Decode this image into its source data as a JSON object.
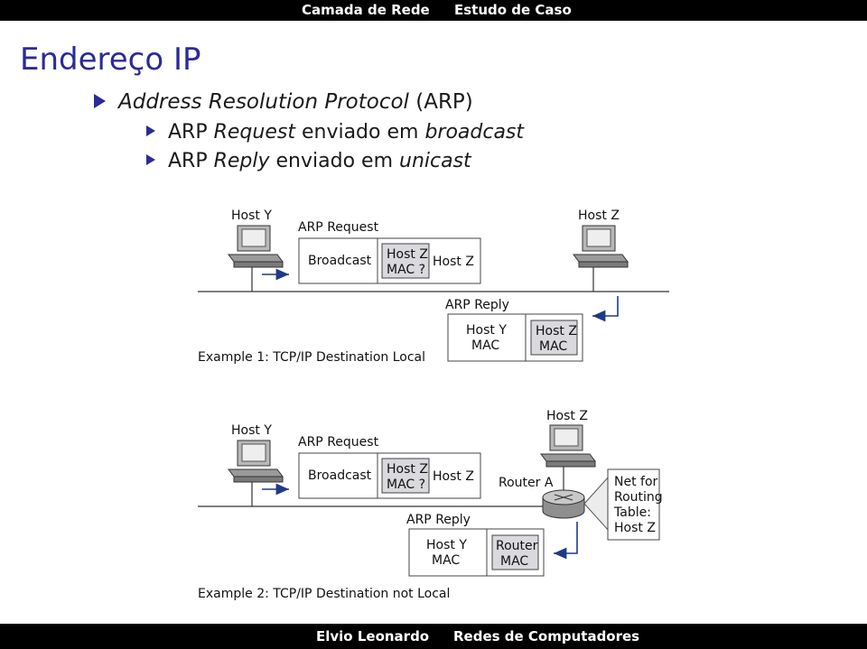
{
  "header": {
    "section": "Camada de Rede",
    "subsection": "Estudo de Caso"
  },
  "slide": {
    "title": "Endereço IP",
    "bullet1": {
      "italic": "Address Resolution Protocol",
      "rest": " (ARP)"
    },
    "bullet2": {
      "pre": "ARP ",
      "italic1": "Request",
      "mid": " enviado em ",
      "italic2": "broadcast"
    },
    "bullet3": {
      "pre": "ARP ",
      "italic1": "Reply",
      "mid": " enviado em ",
      "italic2": "unicast"
    }
  },
  "example1": {
    "host_y": "Host Y",
    "host_z": "Host Z",
    "arp_request_label": "ARP Request",
    "broadcast": "Broadcast",
    "query_line1": "Host Z",
    "query_line2": "MAC ?",
    "target": "Host Z",
    "arp_reply_label": "ARP Reply",
    "reply_left_line1": "Host Y",
    "reply_left_line2": "MAC",
    "reply_right_line1": "Host Z",
    "reply_right_line2": "MAC",
    "caption": "Example 1: TCP/IP Destination Local"
  },
  "example2": {
    "host_y": "Host Y",
    "host_z": "Host Z",
    "arp_request_label": "ARP Request",
    "broadcast": "Broadcast",
    "query_line1": "Host Z",
    "query_line2": "MAC ?",
    "target": "Host Z",
    "router_label": "Router A",
    "net_line1": "Net for",
    "net_line2": "Routing",
    "net_line3": "Table:",
    "net_line4": "Host Z",
    "arp_reply_label": "ARP Reply",
    "reply_left_line1": "Host Y",
    "reply_left_line2": "MAC",
    "reply_right_line1": "Router",
    "reply_right_line2": "MAC",
    "caption": "Example 2: TCP/IP Destination not Local"
  },
  "footer": {
    "author": "Elvio Leonardo",
    "course": "Redes de Computadores"
  },
  "colors": {
    "bar": "#000000",
    "title_blue": "#2b2b99",
    "arrow_blue": "#1f3a8a",
    "highlight_box": "#d9d9de"
  }
}
